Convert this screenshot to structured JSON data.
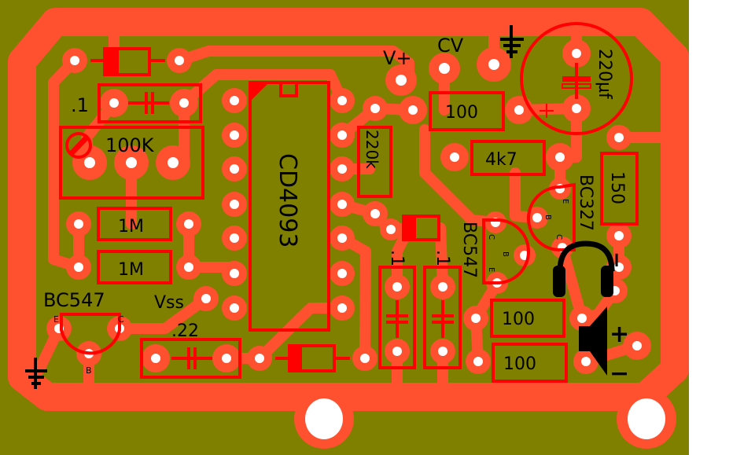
{
  "board": {
    "colors": {
      "substrate": "#808000",
      "copper": "#ff5030",
      "silkscreen": "#ff0000",
      "text": "#000000"
    },
    "labels": {
      "cap_top": ".1",
      "pot": "100K",
      "res_1m_a": "1M",
      "res_1m_b": "1M",
      "bc547_left": "BC547",
      "bc547_left_e": "E",
      "bc547_left_c": "C",
      "bc547_left_b": "B",
      "vss": "Vss",
      "cap_22": ".22",
      "ic": "CD4093",
      "res_220k": "220k",
      "vplus": "V+",
      "cv": "CV",
      "res_100_top": "100",
      "cap_220uf": "220µf",
      "cap_220uf_plus": "+",
      "res_4k7": "4k7",
      "res_150": "150",
      "bc327": "BC327",
      "bc327_e": "E",
      "bc327_b": "B",
      "bc327_c": "C",
      "bc547_right": "BC547",
      "bc547_right_c": "C",
      "bc547_right_b": "B",
      "bc547_right_e": "E",
      "cap_01_a": ".1",
      "cap_01_b": ".1",
      "res_100_mid": "100",
      "res_100_bot": "100",
      "spk_plus": "+",
      "spk_minus": "−",
      "piezo_minus": "−"
    }
  }
}
